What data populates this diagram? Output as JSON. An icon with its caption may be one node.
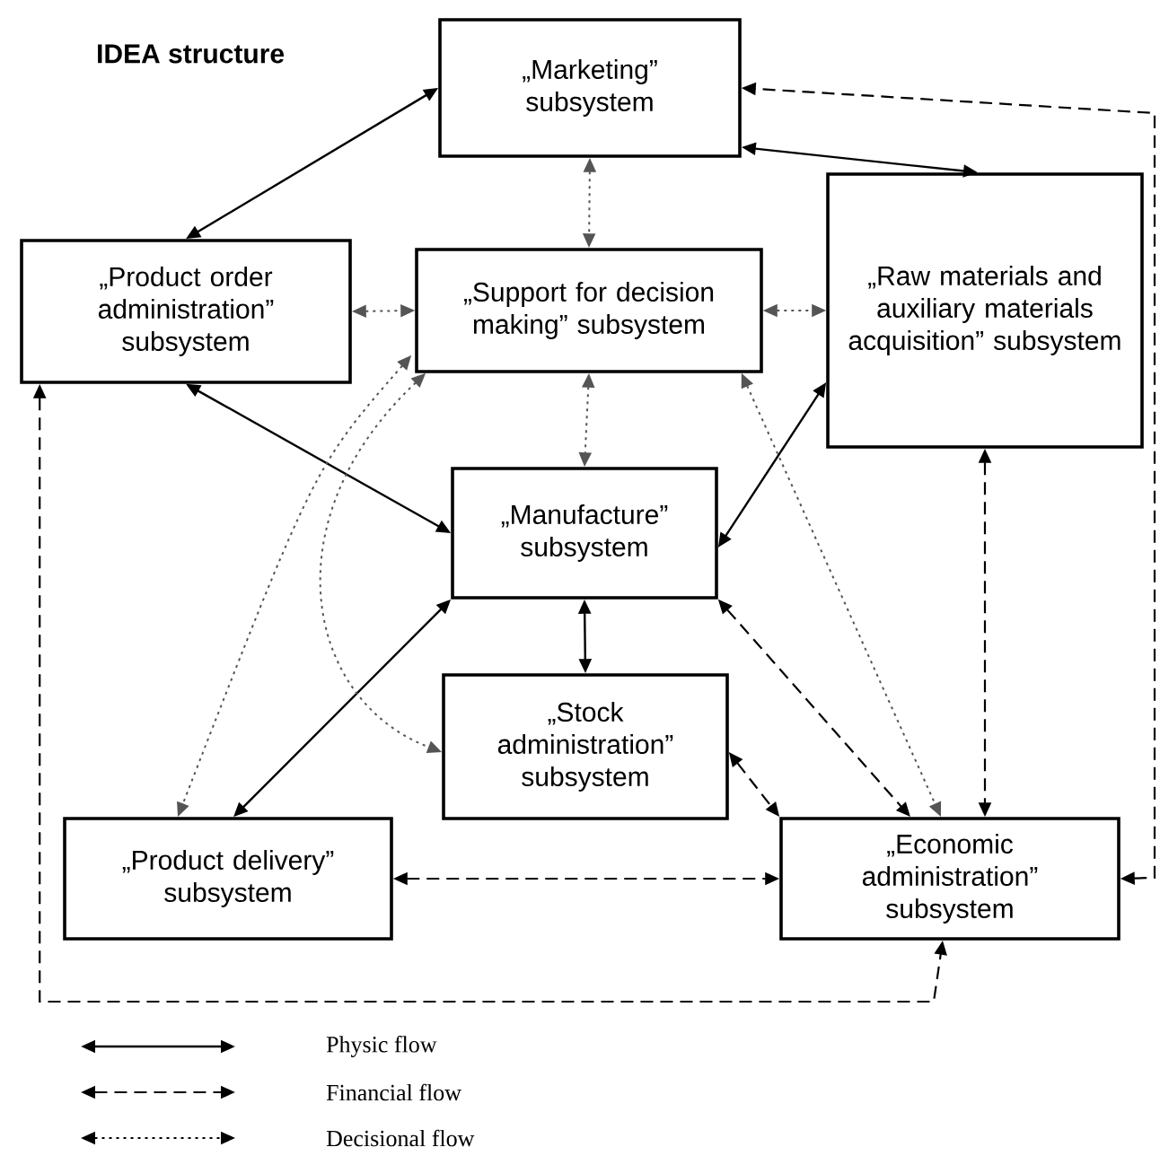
{
  "diagram": {
    "title": "IDEA structure",
    "nodes": [
      {
        "text": [
          "„Marketing” subsystem"
        ]
      },
      {
        "text": [
          "„Product order administration” subsystem"
        ]
      },
      {
        "text": [
          "„Support for decision making” subsystem"
        ]
      },
      {
        "text": [
          "„Raw materials and auxiliary materials acquisition” subsystem"
        ]
      },
      {
        "text": [
          "„Manufacture” subsystem"
        ]
      },
      {
        "text": [
          "„Stock administration” subsystem"
        ]
      },
      {
        "text": [
          "„Product delivery” subsystem"
        ]
      },
      {
        "text": [
          "„Economic administration” subsystem"
        ]
      }
    ],
    "edges": [
      {
        "from": 1,
        "to": 0,
        "arrow": "both"
      },
      {
        "from": 0,
        "to": 3,
        "arrow": "both"
      },
      {
        "from": 0,
        "to": 2,
        "arrow": "both",
        "style": "dashed",
        "color": "#555555"
      },
      {
        "from": 1,
        "to": 2,
        "arrow": "both",
        "style": "dashed",
        "color": "#555555"
      },
      {
        "from": 2,
        "to": 3,
        "arrow": "both",
        "style": "dashed",
        "color": "#555555"
      },
      {
        "from": 2,
        "to": 4,
        "arrow": "both",
        "style": "dashed",
        "color": "#555555"
      },
      {
        "from": 1,
        "to": 4,
        "arrow": "both"
      },
      {
        "from": 3,
        "to": 4,
        "arrow": "both"
      },
      {
        "from": 4,
        "to": 5,
        "arrow": "both"
      },
      {
        "from": 4,
        "to": 6,
        "arrow": "both"
      },
      {
        "from": 4,
        "to": 7,
        "arrow": "both",
        "style": "dashed"
      },
      {
        "from": 5,
        "to": 7,
        "arrow": "both",
        "style": "dashed"
      },
      {
        "from": 6,
        "to": 7,
        "arrow": "both",
        "style": "dashed"
      },
      {
        "from": 3,
        "to": 7,
        "arrow": "both",
        "style": "dashed"
      },
      {
        "from": 7,
        "to": 0,
        "arrow": "both",
        "style": "dashed"
      },
      {
        "from": 1,
        "to": 7,
        "arrow": "both",
        "style": "dashed"
      },
      {
        "from": 2,
        "to": 6,
        "arrow": "both",
        "style": "dashed",
        "color": "#555555"
      },
      {
        "from": 2,
        "to": 5,
        "arrow": "both",
        "style": "dashed",
        "color": "#555555"
      },
      {
        "from": 2,
        "to": 7,
        "arrow": "both",
        "style": "dashed",
        "color": "#555555"
      }
    ],
    "legend": [
      {
        "text": "Physic flow"
      },
      {
        "text": "Financial flow"
      },
      {
        "text": "Decisional flow"
      }
    ]
  }
}
